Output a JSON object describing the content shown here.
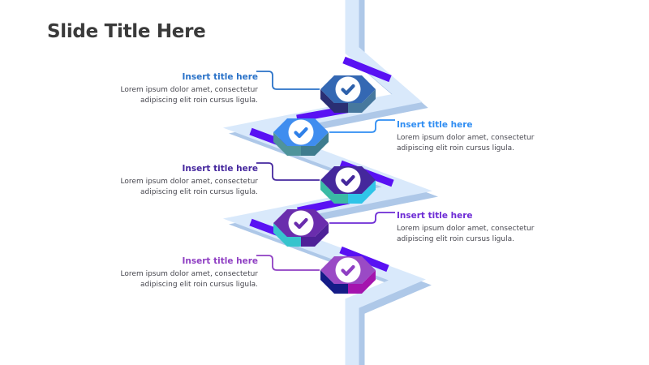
{
  "slide_title": "Slide Title Here",
  "colors": {
    "background": "#ffffff",
    "slide_title": "#3a3a3a",
    "body_text": "#47474f",
    "ribbon_light": "#d9e9fb",
    "ribbon_shadow": "#aec8e8",
    "accent_strip": "#5911f3"
  },
  "items": [
    {
      "title": "Insert title here",
      "body_lines": [
        "Lorem ipsum dolor amet, consectetur",
        "adipiscing elit roin cursus ligula."
      ],
      "side": "left",
      "title_color": "#2a72c8",
      "connector_color": "#2a72c8",
      "icon": "check-icon",
      "hex": {
        "main": "#3468b3",
        "left_face": "#2a2e73",
        "right_face": "#46789e",
        "check": "#2e61ab"
      }
    },
    {
      "title": "Insert title here",
      "body_lines": [
        "Lorem ipsum dolor amet, consectetur",
        "adipiscing elit roin cursus ligula."
      ],
      "side": "right",
      "title_color": "#2f8df2",
      "connector_color": "#2f8df2",
      "icon": "check-icon",
      "hex": {
        "main": "#3f8def",
        "left_face": "#4f949b",
        "right_face": "#3e7c8e",
        "check": "#2f80e8"
      }
    },
    {
      "title": "Insert title here",
      "body_lines": [
        "Lorem ipsum dolor amet, consectetur",
        "adipiscing elit roin cursus ligula."
      ],
      "side": "left",
      "title_color": "#46289e",
      "connector_color": "#46289e",
      "icon": "check-icon",
      "hex": {
        "main": "#45289c",
        "left_face": "#3abba5",
        "right_face": "#2fc4e8",
        "check": "#45289c"
      }
    },
    {
      "title": "Insert title here",
      "body_lines": [
        "Lorem ipsum dolor amet, consectetur",
        "adipiscing elit roin cursus ligula."
      ],
      "side": "right",
      "title_color": "#6d2bd5",
      "connector_color": "#6d2bd5",
      "icon": "check-icon",
      "hex": {
        "main": "#6a2dad",
        "left_face": "#37c4cd",
        "right_face": "#4e2198",
        "check": "#6a2dad"
      }
    },
    {
      "title": "Insert title here",
      "body_lines": [
        "Lorem ipsum dolor amet, consectetur",
        "adipiscing elit roin cursus ligula."
      ],
      "side": "left",
      "title_color": "#8f3fc3",
      "connector_color": "#8f3fc3",
      "icon": "check-icon",
      "hex": {
        "main": "#9a4ac5",
        "left_face": "#151c87",
        "right_face": "#a414ae",
        "check": "#8f3fc3"
      }
    }
  ]
}
